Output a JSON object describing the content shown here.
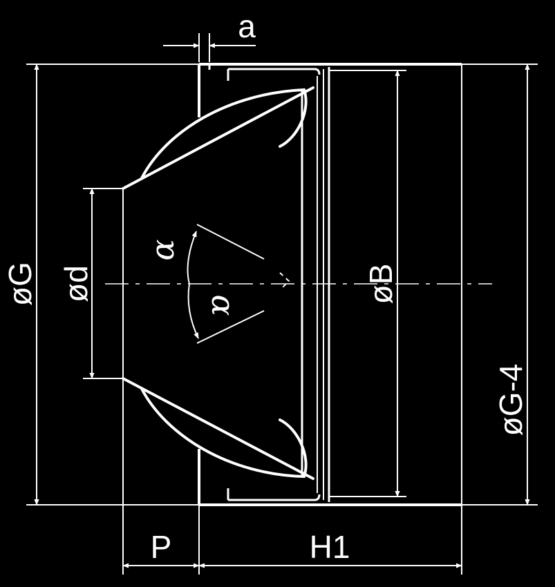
{
  "diagram": {
    "background": "#000000",
    "line_color": "#ffffff",
    "labels": {
      "a": "a",
      "diam_G": "øG",
      "diam_d": "ød",
      "diam_B": "øB",
      "diam_G4": "øG-4",
      "alpha": "α",
      "P": "P",
      "H1": "H1"
    }
  }
}
